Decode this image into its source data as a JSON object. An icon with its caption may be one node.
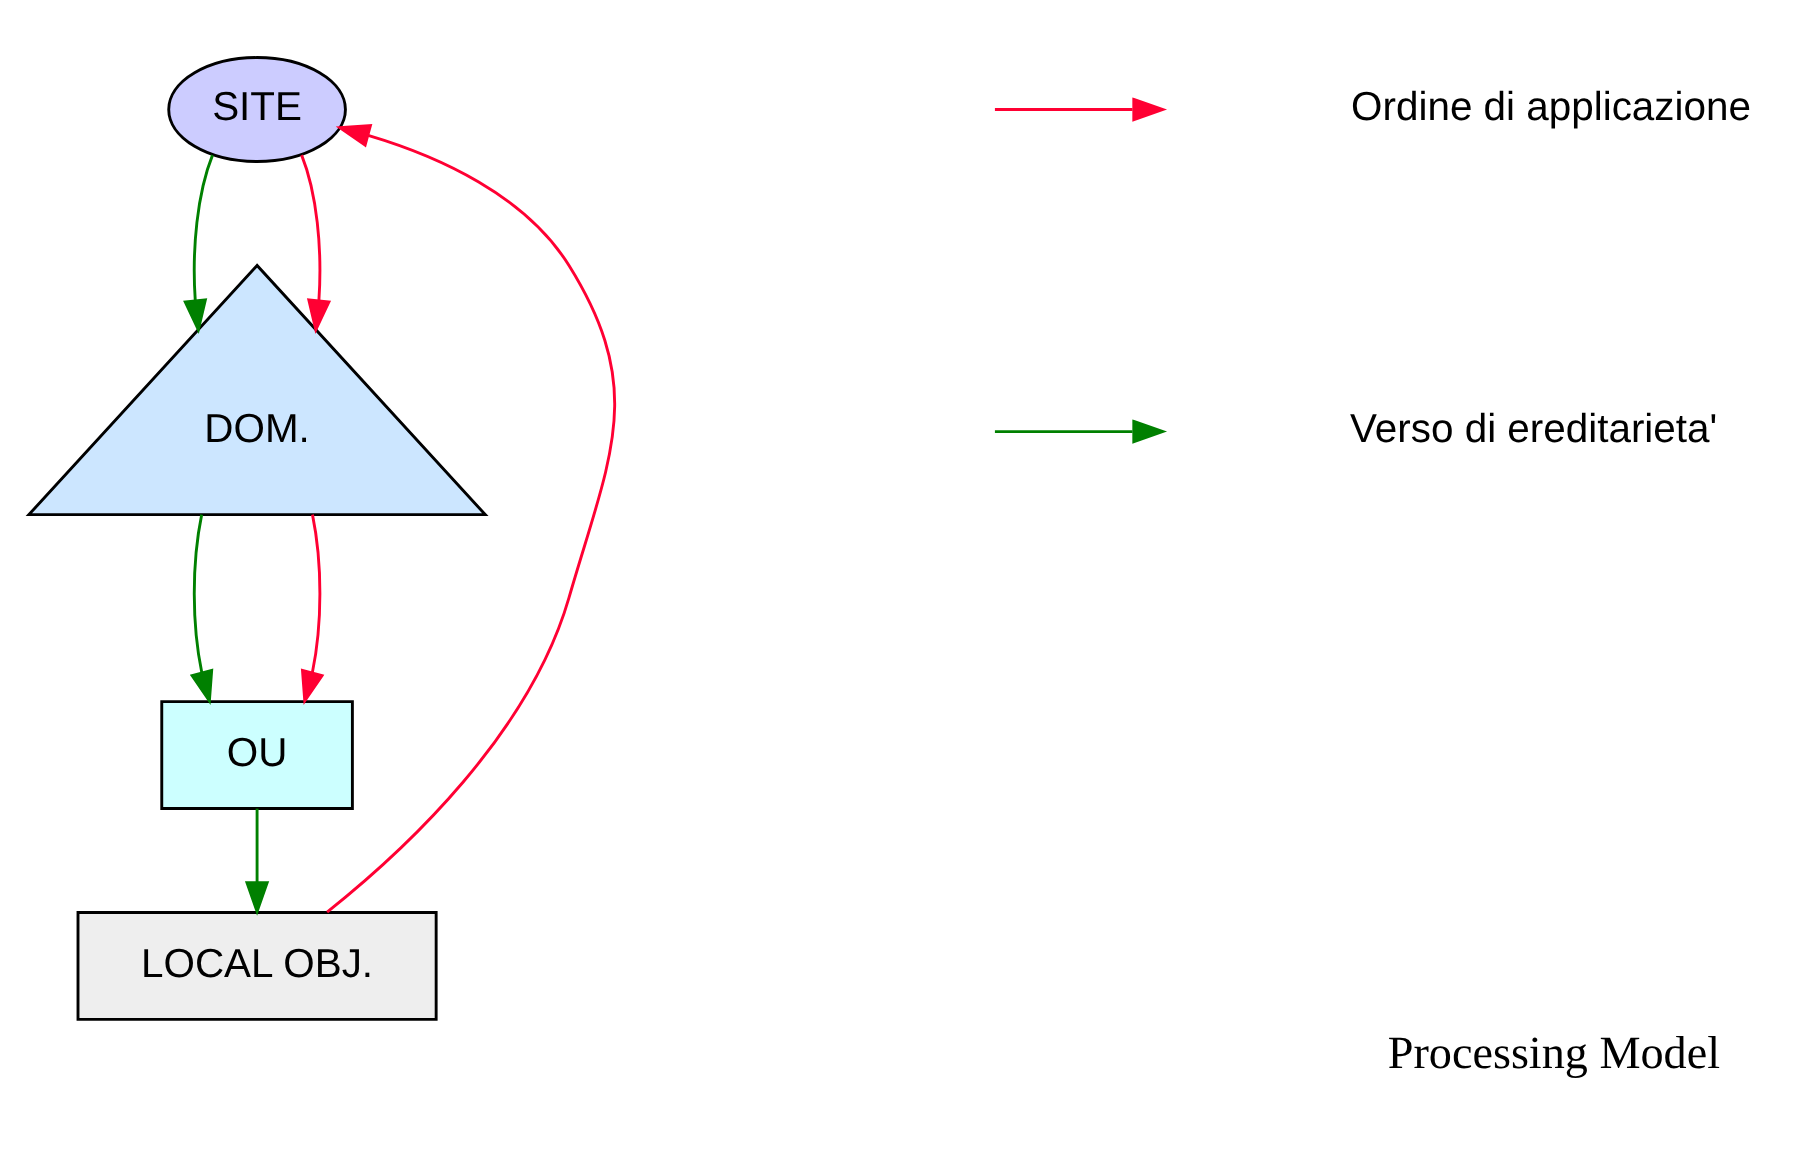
{
  "diagram": {
    "caption": "Processing Model",
    "nodes": [
      {
        "text": [
          "SITE"
        ]
      },
      {
        "text": [
          "DOM."
        ]
      },
      {
        "text": [
          "OU"
        ]
      },
      {
        "text": [
          "LOCAL OBJ."
        ]
      }
    ],
    "edges": [
      {
        "from": 0,
        "to": 1,
        "arrow": "to",
        "color": "#008000"
      },
      {
        "from": 0,
        "to": 1,
        "arrow": "to",
        "color": "#ff0033"
      },
      {
        "from": 1,
        "to": 2,
        "arrow": "to",
        "color": "#008000"
      },
      {
        "from": 1,
        "to": 2,
        "arrow": "to",
        "color": "#ff0033"
      },
      {
        "from": 2,
        "to": 3,
        "arrow": "to",
        "color": "#008000"
      },
      {
        "from": 3,
        "to": 0,
        "arrow": "to",
        "color": "#ff0033"
      }
    ],
    "legend": [
      {
        "text": "Ordine di applicazione"
      },
      {
        "text": "Verso di ereditarieta'"
      }
    ]
  }
}
